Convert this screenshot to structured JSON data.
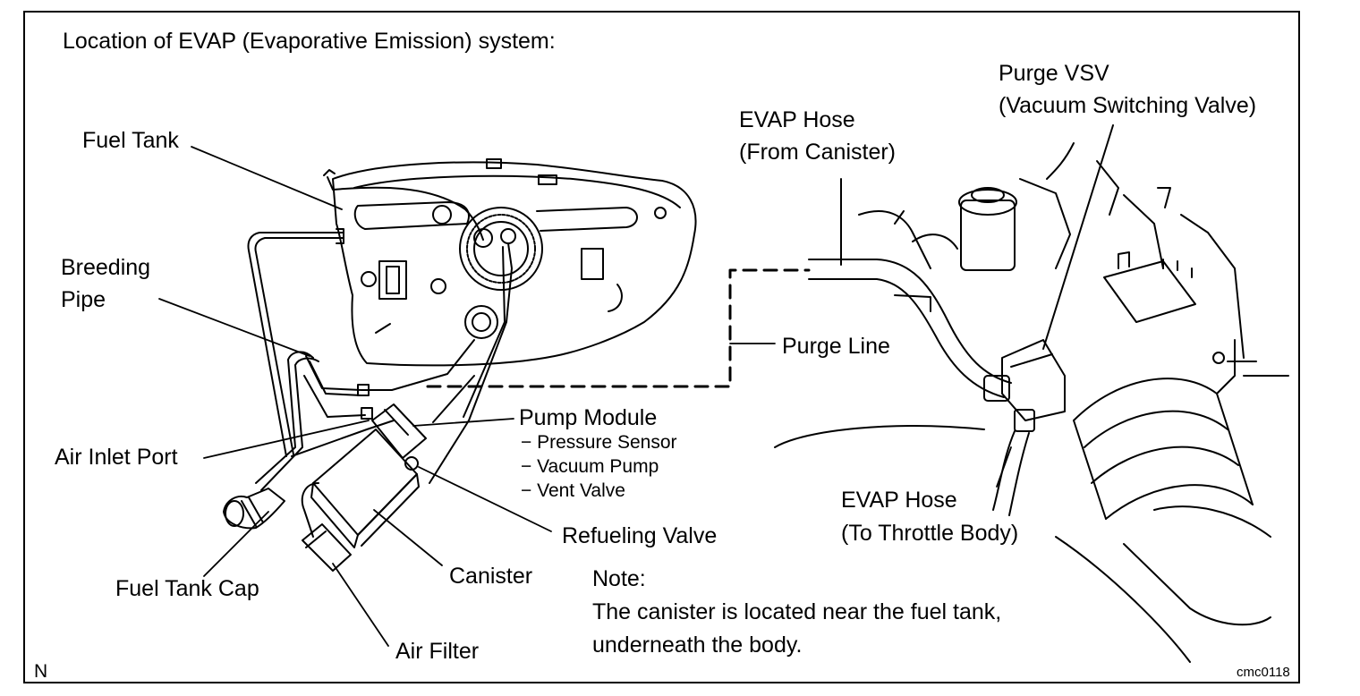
{
  "title": "Location of EVAP (Evaporative Emission) system:",
  "labels": {
    "fuel_tank": "Fuel Tank",
    "breeding_pipe_line1": "Breeding",
    "breeding_pipe_line2": "Pipe",
    "air_inlet_port": "Air Inlet Port",
    "fuel_tank_cap": "Fuel Tank Cap",
    "air_filter": "Air Filter",
    "canister": "Canister",
    "refueling_valve": "Refueling Valve",
    "pump_module": "Pump Module",
    "pump_module_items": [
      "− Pressure Sensor",
      "− Vacuum Pump",
      "− Vent Valve"
    ],
    "purge_line": "Purge Line",
    "evap_hose_from_line1": "EVAP Hose",
    "evap_hose_from_line2": "(From Canister)",
    "purge_vsv_line1": "Purge VSV",
    "purge_vsv_line2": "(Vacuum Switching Valve)",
    "evap_hose_to_line1": "EVAP Hose",
    "evap_hose_to_line2": "(To Throttle Body)"
  },
  "note": {
    "heading": "Note:",
    "line1": "The canister is located near the fuel tank,",
    "line2": "underneath the body."
  },
  "corner_left": "N",
  "figure_code": "cmc0118"
}
